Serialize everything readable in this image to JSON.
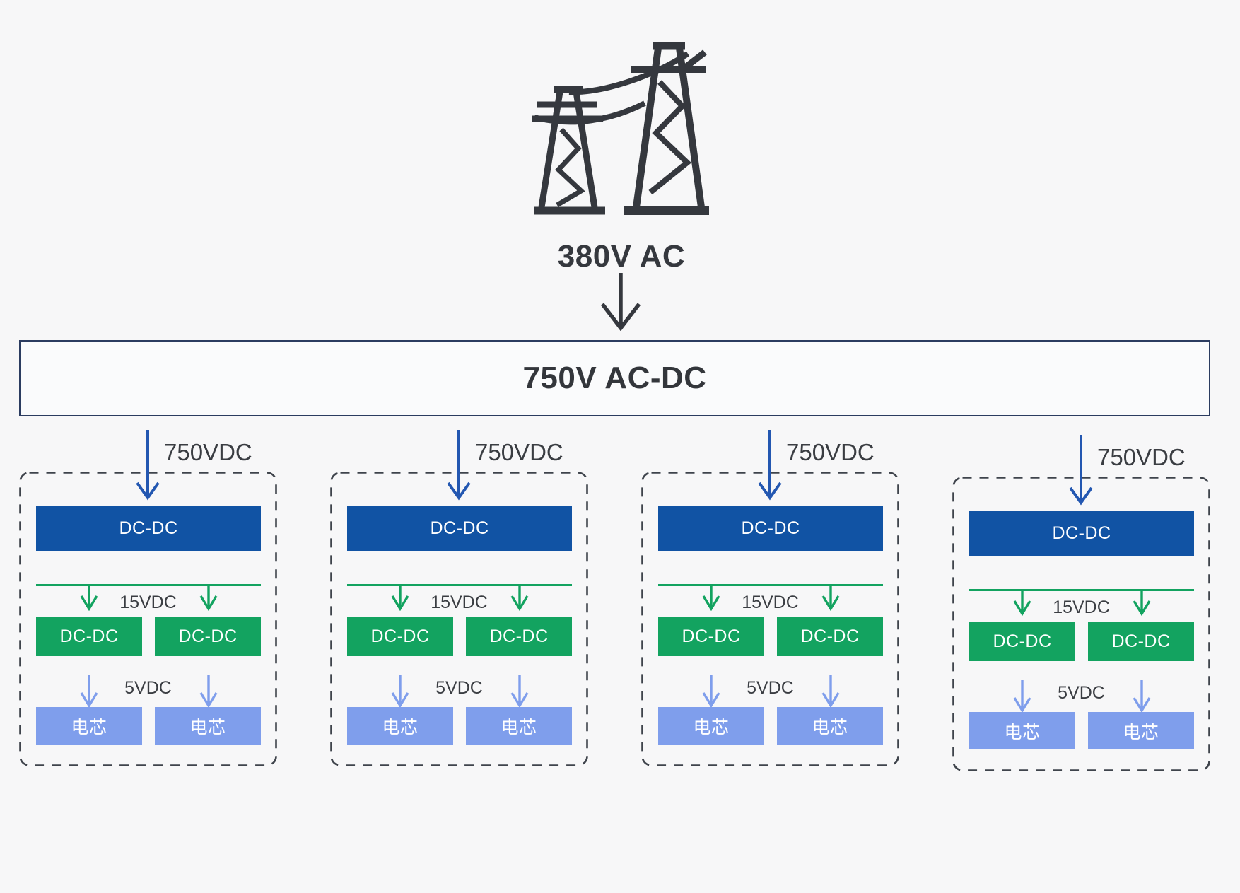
{
  "background": "#f7f7f8",
  "colors": {
    "primary_blue": "#1153a4",
    "arrow_blue": "#2357b1",
    "green": "#13a360",
    "cell_blue": "#7f9eec",
    "dash_border": "#3f444c",
    "box_border": "#2b3c60",
    "text_dark": "#35383e"
  },
  "source": {
    "icon": "transmission-tower",
    "label": "380V AC"
  },
  "rectifier": {
    "label": "750V AC-DC"
  },
  "groups": [
    {
      "input_label": "750VDC",
      "primary_converter": "DC-DC",
      "mid_voltage_label": "15VDC",
      "secondary_converters": [
        "DC-DC",
        "DC-DC"
      ],
      "low_voltage_label": "5VDC",
      "cells": [
        "电芯",
        "电芯"
      ]
    },
    {
      "input_label": "750VDC",
      "primary_converter": "DC-DC",
      "mid_voltage_label": "15VDC",
      "secondary_converters": [
        "DC-DC",
        "DC-DC"
      ],
      "low_voltage_label": "5VDC",
      "cells": [
        "电芯",
        "电芯"
      ]
    },
    {
      "input_label": "750VDC",
      "primary_converter": "DC-DC",
      "mid_voltage_label": "15VDC",
      "secondary_converters": [
        "DC-DC",
        "DC-DC"
      ],
      "low_voltage_label": "5VDC",
      "cells": [
        "电芯",
        "电芯"
      ]
    },
    {
      "input_label": "750VDC",
      "primary_converter": "DC-DC",
      "mid_voltage_label": "15VDC",
      "secondary_converters": [
        "DC-DC",
        "DC-DC"
      ],
      "low_voltage_label": "5VDC",
      "cells": [
        "电芯",
        "电芯"
      ]
    }
  ]
}
